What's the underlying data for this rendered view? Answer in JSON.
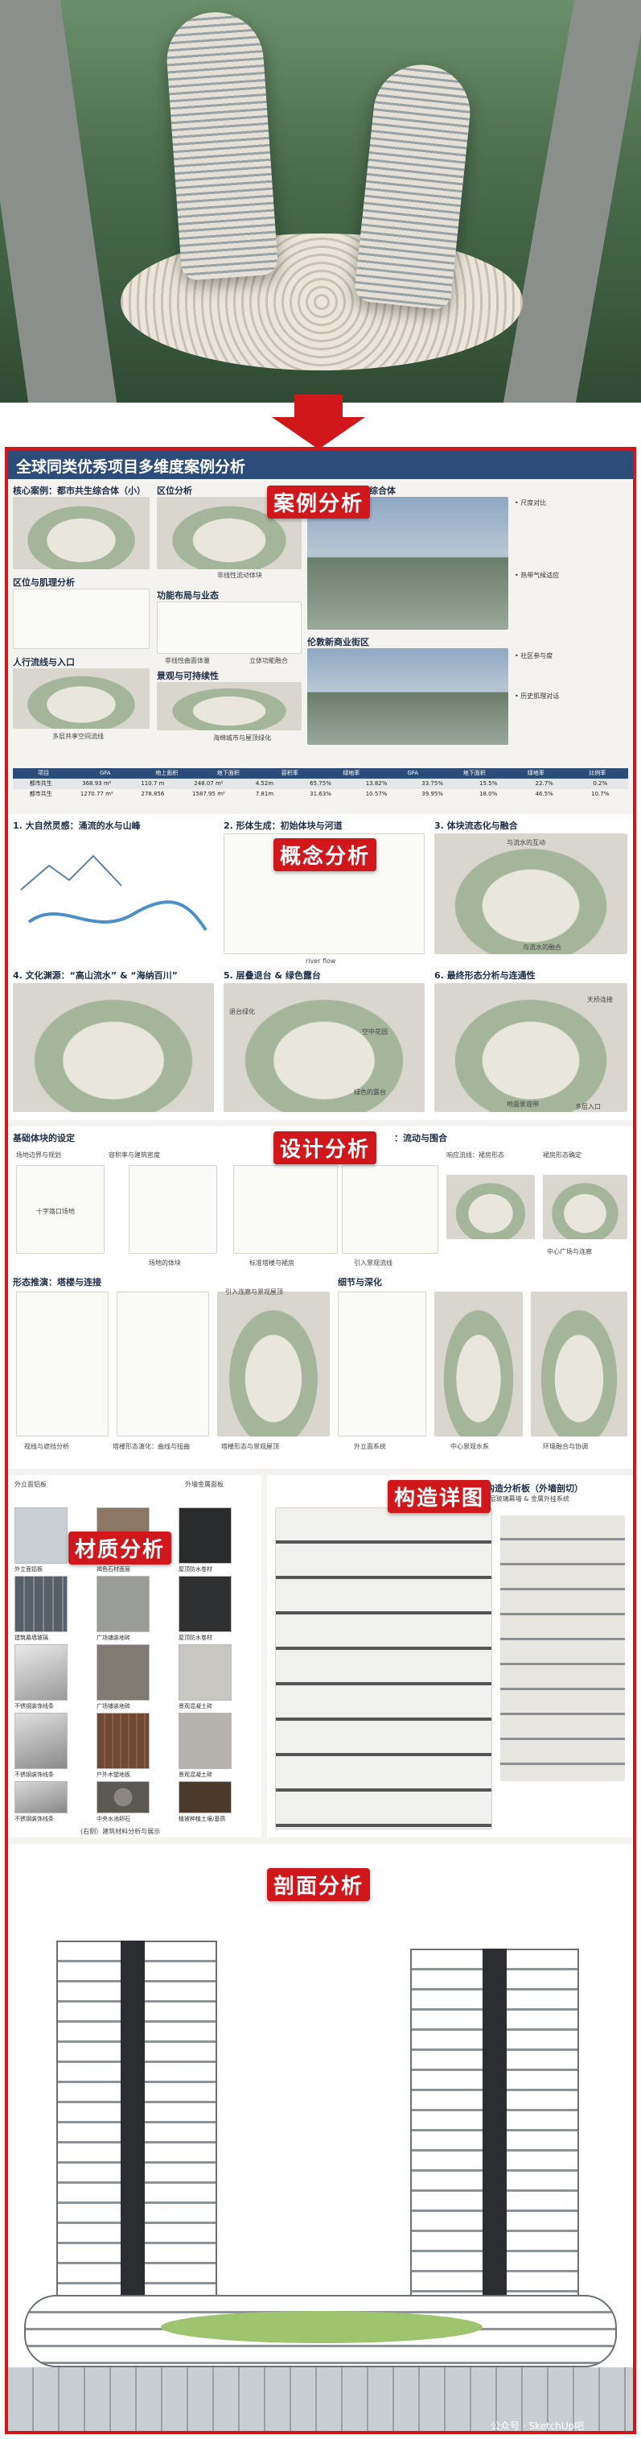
{
  "header": {
    "title": "全球同类优秀项目多维度案例分析"
  },
  "stamps": {
    "case": "案例分析",
    "concept": "概念分析",
    "design": "设计分析",
    "material": "材质分析",
    "construction": "构造详图",
    "section": "剖面分析"
  },
  "case_panel": {
    "core_case": "核心案例：都市共生综合体（小）",
    "location_analysis": "区位与肌理分析",
    "flow_entrance": "人行流线与入口",
    "location_analysis_2": "区位分析",
    "function_layout": "功能布局与业态",
    "landscape_sustain": "景观与可持续性",
    "new_city": "新加坡南部海滨综合体",
    "london": "伦敦新商业街区",
    "captions": [
      "非线性流动体块",
      "非线性曲面体量",
      "立体功能融合",
      "海绵城市与屋顶绿化",
      "多层共享空间流线"
    ],
    "notes": [
      "• 尺度对比",
      "• 热带气候适应",
      "• 社区参与度",
      "• 历史肌理对话"
    ],
    "table_head": [
      "项目",
      "GFA",
      "地上面积",
      "地下面积",
      "容积率",
      "绿地率",
      "GFA",
      "地下面积",
      "绿地率",
      "比例率"
    ],
    "table_rows": [
      [
        "都市共生",
        "368.93 m²",
        "110.7 m",
        "248.07 m²",
        "4.52m",
        "65.75%",
        "13.82%",
        "33.75%",
        "15.5%",
        "22.7%",
        "0.2%"
      ],
      [
        "都市共生",
        "1270.77 m²",
        "278.856",
        "1587.95 m²",
        "7.81m",
        "31.63%",
        "10.57%",
        "39.95%",
        "18.0%",
        "46.5%",
        "10.7%"
      ]
    ]
  },
  "concept_panel": {
    "steps": [
      "1. 大自然灵感：涌流的水与山峰",
      "2. 形体生成：初始体块与河道",
      "3. 体块流态化与融合",
      "4. 文化渊源：“高山流水” & “海纳百川”",
      "5. 层叠退台 & 绿色露台",
      "6. 最终形态分析与连通性"
    ],
    "labels": [
      "river flow",
      "与流水的互动",
      "与流水的融合",
      "退台绿化",
      "空中花园",
      "绿色的露台",
      "天桥连接",
      "地面景观带",
      "多层入口"
    ]
  },
  "design_panel": {
    "left_title": "基础体块的设定",
    "right_title": "：流动与围合",
    "shape_title": "形态推演：塔楼与连接",
    "detail_title": "细节与深化",
    "captions": [
      "场地边界与规划",
      "容积率与建筑密度",
      "场地的体块",
      "标准塔楼与裙房",
      "十字路口场地",
      "引入景观流线",
      "响应流线：裙房形态",
      "裙房形态确定",
      "中心广场与连廊",
      "视线与遮挡分析",
      "塔楼形态演化：曲线与扭曲",
      "引入连廊与景观屋顶",
      "塔楼形态与景观屋顶",
      "外立面系统",
      "中心景观水系",
      "环境融合与协调"
    ]
  },
  "material_panel": {
    "header_left": "外立面铝板",
    "header_right": "外墙金属面板",
    "cells": [
      "外立面铝板",
      "褐色石材面层",
      "屋顶防水卷材",
      "建筑幕墙玻璃",
      "广场铺装地砖",
      "屋顶防水卷材",
      "不锈钢装饰线条",
      "广场铺装地砖",
      "景观混凝土砖",
      "不锈钢装饰线条",
      "户外木塑地板",
      "景观混凝土砖",
      "不锈钢装饰线条",
      "中央水池卵石",
      "植被种植土壤/基质"
    ],
    "footer": "(右侧）建筑材料分析与展示"
  },
  "construction_panel": {
    "title": "幕墙构造分析板（外墙剖切）",
    "subtitle": "展示:双层玻璃幕墙 & 金属外挂系统"
  },
  "watermark": "公众号 · SketchUp吧"
}
